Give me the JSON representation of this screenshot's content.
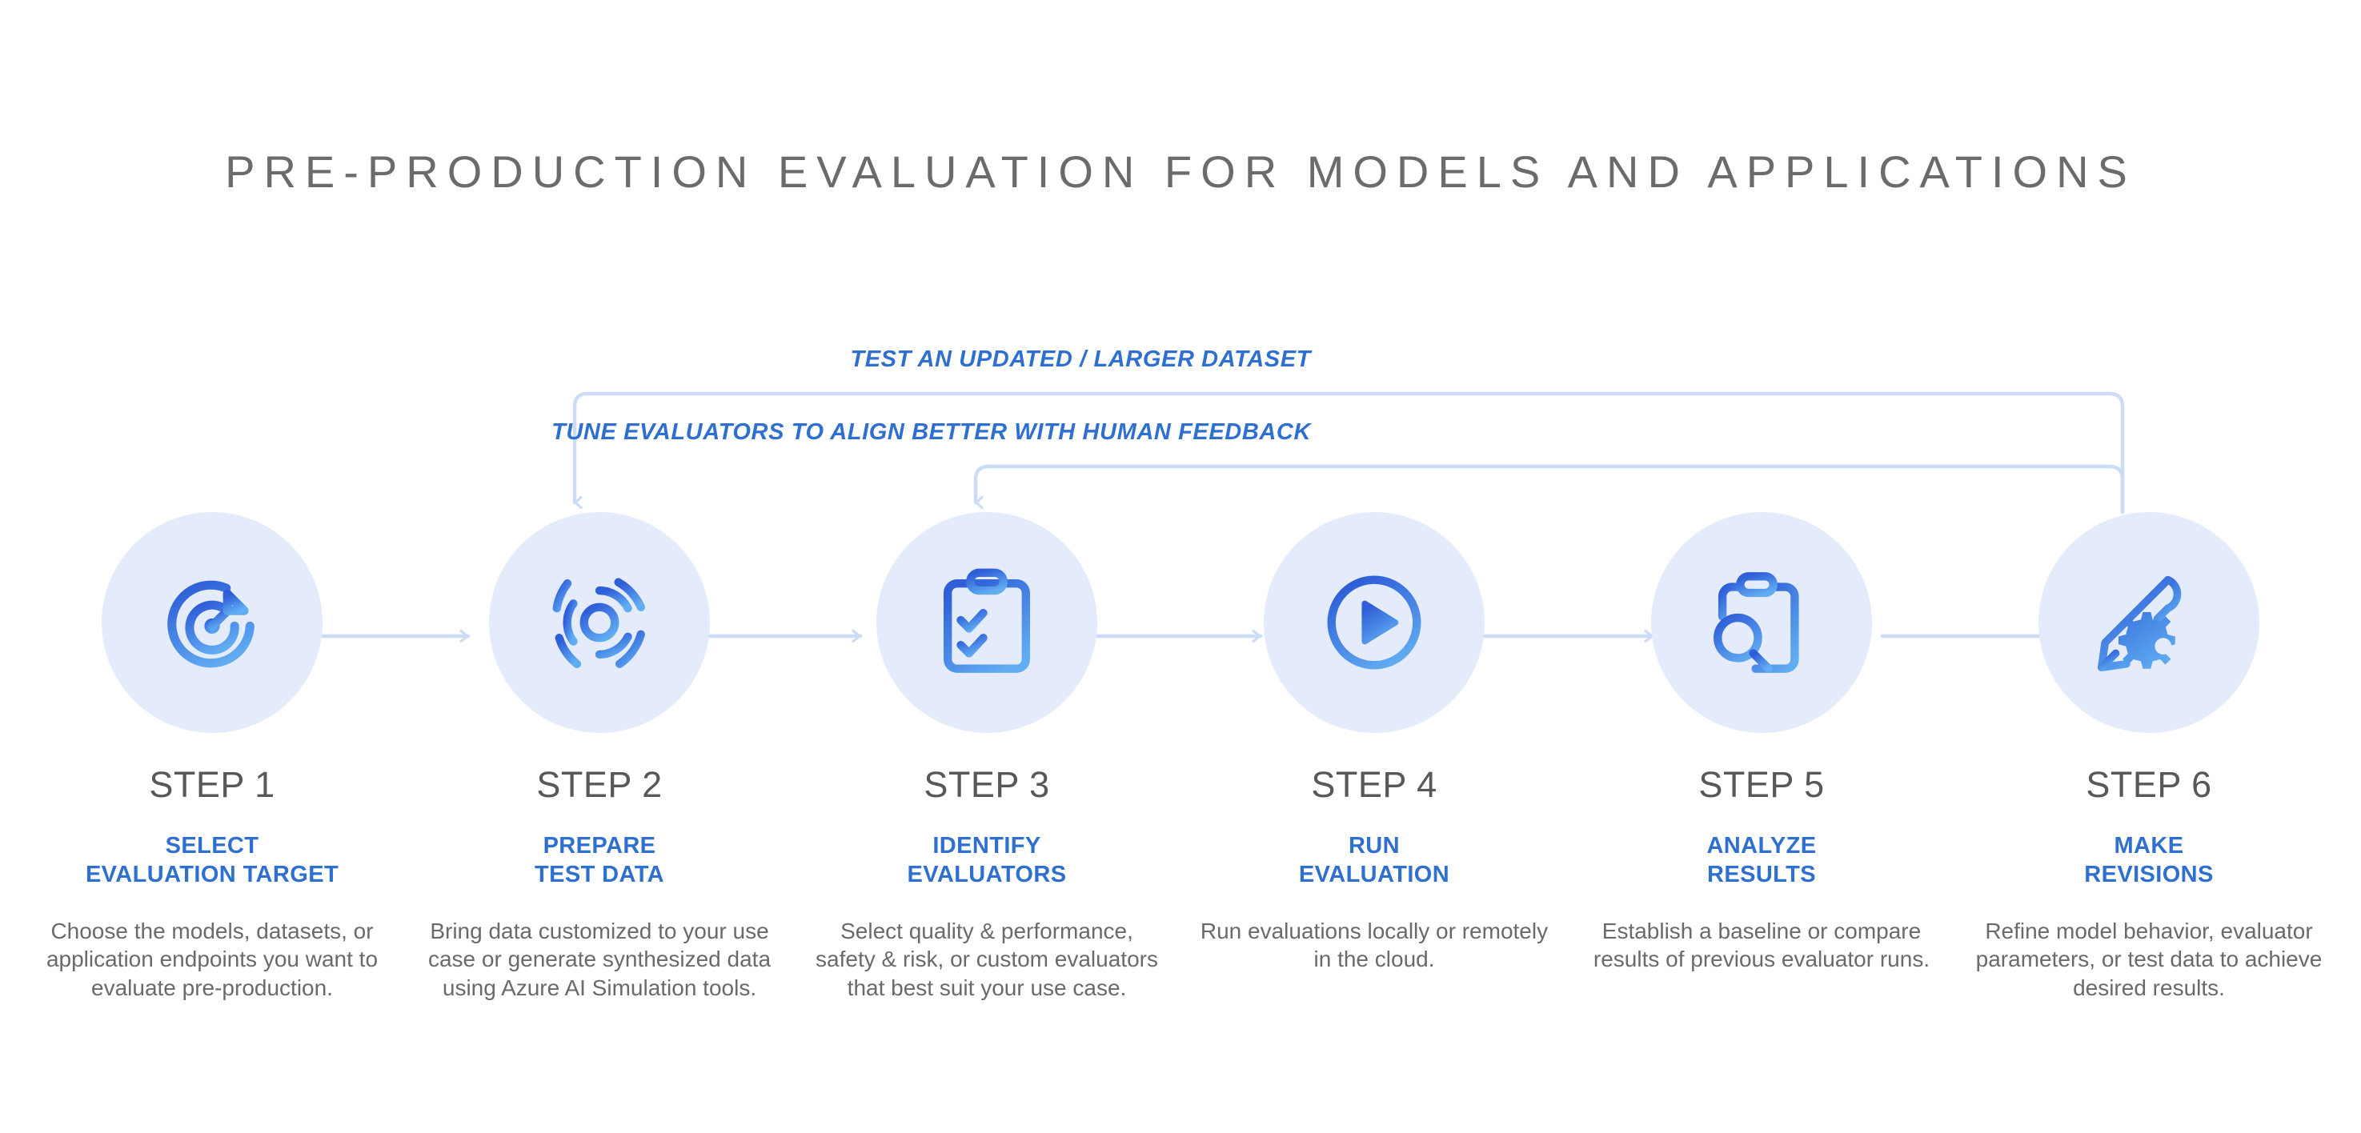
{
  "title": "PRE-PRODUCTION EVALUATION FOR MODELS AND APPLICATIONS",
  "colors": {
    "circle_fill": "#e4ebfa",
    "accent_blue": "#2f6fd0",
    "icon_blue_dark": "#2f66d6",
    "icon_blue_light": "#5aa6f0",
    "connector": "#cddcf5",
    "title_gray": "#6b6b6b",
    "body_gray": "#6a6a6a",
    "step_gray": "#585858",
    "background": "#ffffff"
  },
  "feedback_loops": [
    {
      "id": "dataset-loop",
      "label": "TEST AN UPDATED / LARGER DATASET",
      "from_step": 6,
      "to_step": 2
    },
    {
      "id": "evaluators-loop",
      "label": "TUNE EVALUATORS TO ALIGN BETTER WITH HUMAN FEEDBACK",
      "from_step": 6,
      "to_step": 3
    }
  ],
  "steps": [
    {
      "number": "STEP 1",
      "title": "SELECT\nEVALUATION TARGET",
      "title_lines": [
        "SELECT",
        "EVALUATION TARGET"
      ],
      "description": "Choose the models, datasets, or application endpoints you want to evaluate pre-production.",
      "icon": "target-arrow-icon"
    },
    {
      "number": "STEP 2",
      "title": "PREPARE\nTEST DATA",
      "title_lines": [
        "PREPARE",
        "TEST DATA"
      ],
      "description": "Bring data customized to your use case or generate synthesized data using Azure AI Simulation tools.",
      "icon": "concentric-arcs-icon"
    },
    {
      "number": "STEP 3",
      "title": "IDENTIFY\nEVALUATORS",
      "title_lines": [
        "IDENTIFY",
        "EVALUATORS"
      ],
      "description": "Select quality & performance, safety & risk, or custom evaluators that best suit your use case.",
      "icon": "clipboard-checklist-icon"
    },
    {
      "number": "STEP 4",
      "title": "RUN\nEVALUATION",
      "title_lines": [
        "RUN",
        "EVALUATION"
      ],
      "description": "Run evaluations locally or remotely in the cloud.",
      "icon": "play-circle-icon"
    },
    {
      "number": "STEP 5",
      "title": "ANALYZE\nRESULTS",
      "title_lines": [
        "ANALYZE",
        "RESULTS"
      ],
      "description": "Establish a baseline or compare results of previous evaluator runs.",
      "icon": "clipboard-search-icon"
    },
    {
      "number": "STEP 6",
      "title": "MAKE\nREVISIONS",
      "title_lines": [
        "MAKE",
        "REVISIONS"
      ],
      "description": "Refine model behavior, evaluator parameters, or test data to achieve desired results.",
      "icon": "pencil-gear-icon"
    }
  ]
}
